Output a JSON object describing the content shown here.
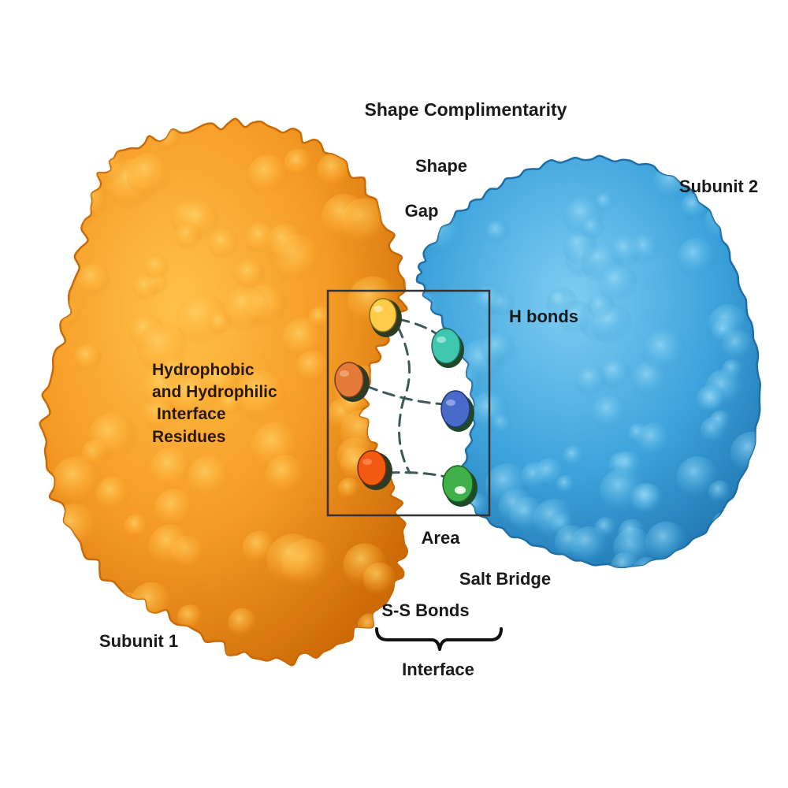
{
  "labels": {
    "shape_complementarity": "Shape Complimentarity",
    "shape": "Shape",
    "gap": "Gap",
    "subunit_2": "Subunit 2",
    "h_bonds": "H bonds",
    "hydrophobic_lines": [
      "Hydrophobic",
      "and Hydrophilic",
      "Interface",
      "Residues"
    ],
    "area": "Area",
    "salt_bridge": "Salt Bridge",
    "ss_bonds": "S-S Bonds",
    "interface": "Interface",
    "subunit_1": "Subunit 1"
  },
  "colors": {
    "subunit_1": "#f0921c",
    "subunit_1_light": "#ffc24a",
    "subunit_1_dark": "#cc6a06",
    "subunit_2": "#3ea4dc",
    "subunit_2_light": "#7fcdf2",
    "subunit_2_dark": "#1d72ad",
    "box_outline": "#333333",
    "dash_line": "#3c5a58"
  },
  "residues_subunit_1": [
    {
      "name": "residue-yellow",
      "color": "#ffcc4a"
    },
    {
      "name": "residue-orange",
      "color": "#e27a3a"
    },
    {
      "name": "residue-red-orange",
      "color": "#f15a10"
    }
  ],
  "residues_subunit_2": [
    {
      "name": "residue-teal",
      "color": "#3fc7b0"
    },
    {
      "name": "residue-blue",
      "color": "#4a6ac9"
    },
    {
      "name": "residue-green",
      "color": "#3fb04a"
    }
  ]
}
